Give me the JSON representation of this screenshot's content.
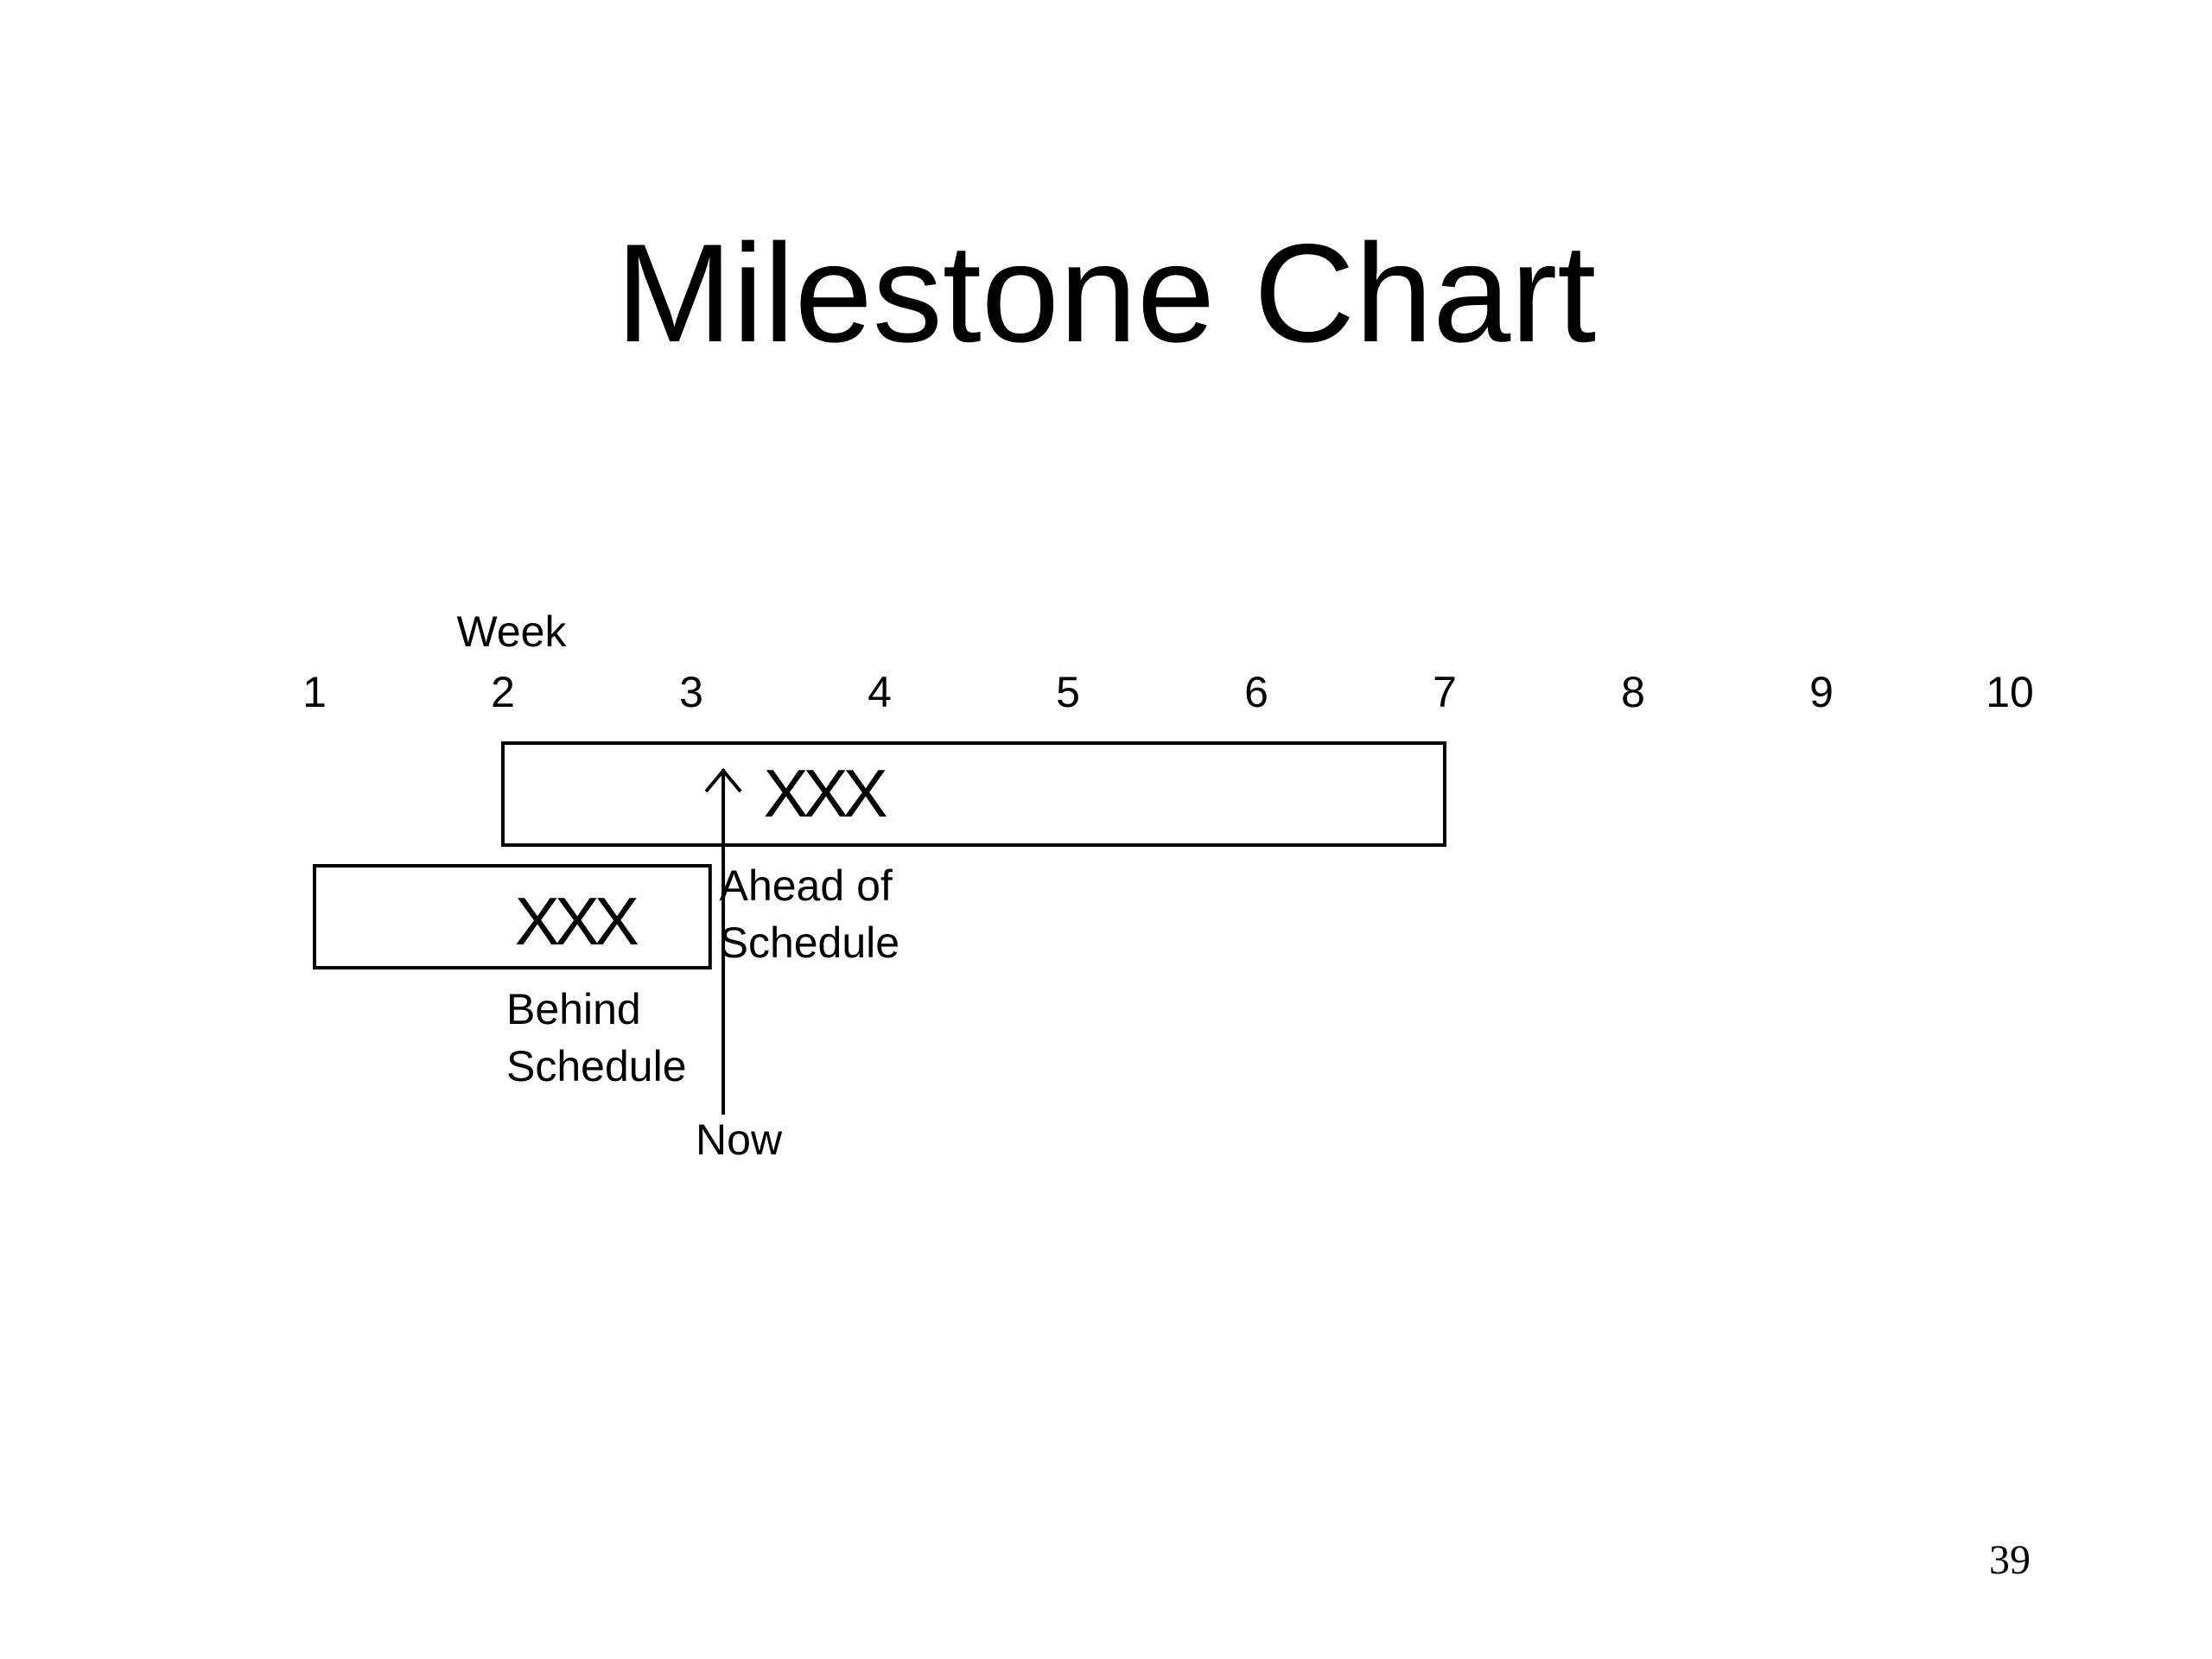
{
  "title": "Milestone Chart",
  "page_number": "39",
  "chart_data": {
    "type": "milestone",
    "axis_label": "Week",
    "ticks": [
      "1",
      "2",
      "3",
      "4",
      "5",
      "6",
      "7",
      "8",
      "9",
      "10"
    ],
    "now_week": 3.17,
    "now_label": "Now",
    "tasks": [
      {
        "start": 2,
        "end": 7,
        "marker": "XXX",
        "marker_week": 3.7,
        "status_lines": [
          "Ahead of",
          "Schedule"
        ]
      },
      {
        "start": 1,
        "end": 3.1,
        "marker": "XXX",
        "marker_week": 2.38,
        "status_lines": [
          "Behind",
          "Schedule"
        ]
      }
    ]
  }
}
